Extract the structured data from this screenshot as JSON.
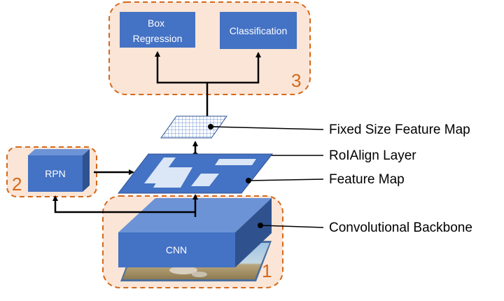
{
  "colors": {
    "stage_fill": "#fbe5d6",
    "stage_border": "#d4691b",
    "block_front": "#4472c4",
    "block_side": "#2f528f",
    "block_top": "#6b93d6",
    "roi_patch": "#dbe6f6",
    "arrow": "#000000"
  },
  "stages": {
    "head": {
      "number": "3"
    },
    "rpn": {
      "number": "2"
    },
    "backbone": {
      "number": "1"
    }
  },
  "head": {
    "box_regression": [
      "Box",
      "Regression"
    ],
    "classification": "Classification"
  },
  "rpn": {
    "label": "RPN"
  },
  "backbone": {
    "label": "CNN",
    "input_image": "natural-image-photo"
  },
  "callouts": {
    "fixed_size": "Fixed Size Feature Map",
    "roialign": "RoIAlign Layer",
    "feature_map": "Feature Map",
    "backbone": "Convolutional Backbone"
  }
}
